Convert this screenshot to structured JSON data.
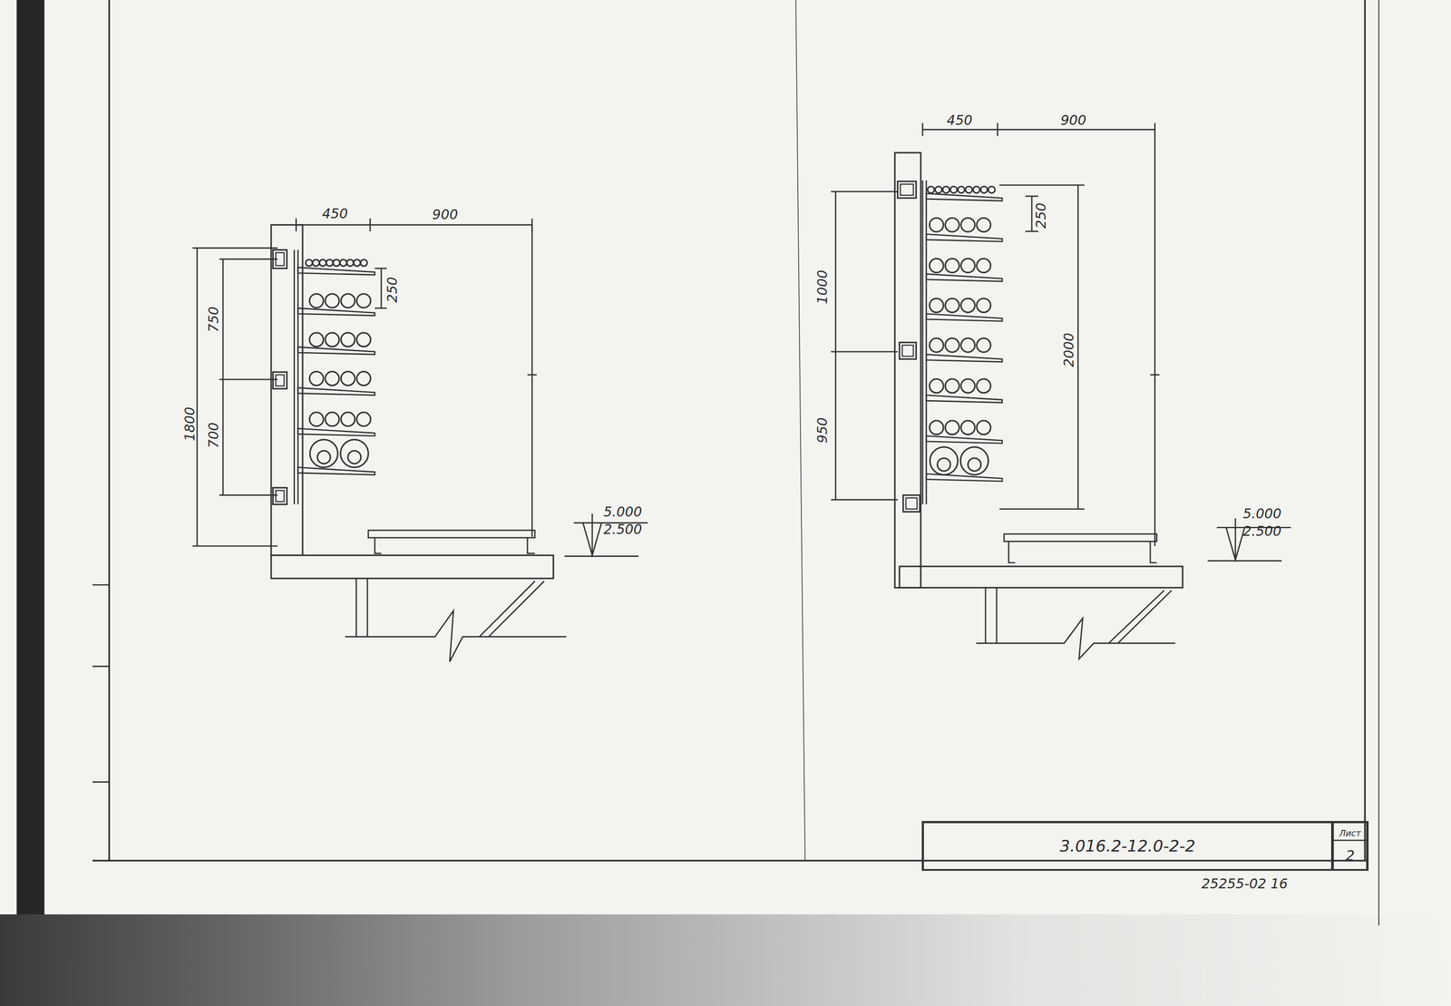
{
  "diagram": {
    "nodes": [
      {
        "text": [
          "3.016.2-12.0-2-2"
        ]
      },
      {
        "text": [
          "Лист",
          "2"
        ]
      }
    ],
    "labels": [
      "450",
      "900",
      "250",
      "750",
      "700",
      "1800",
      "5.000",
      "2.500",
      "450",
      "900",
      "250",
      "1000",
      "950",
      "2000",
      "5.000",
      "2.500",
      "25255-02 16"
    ]
  }
}
